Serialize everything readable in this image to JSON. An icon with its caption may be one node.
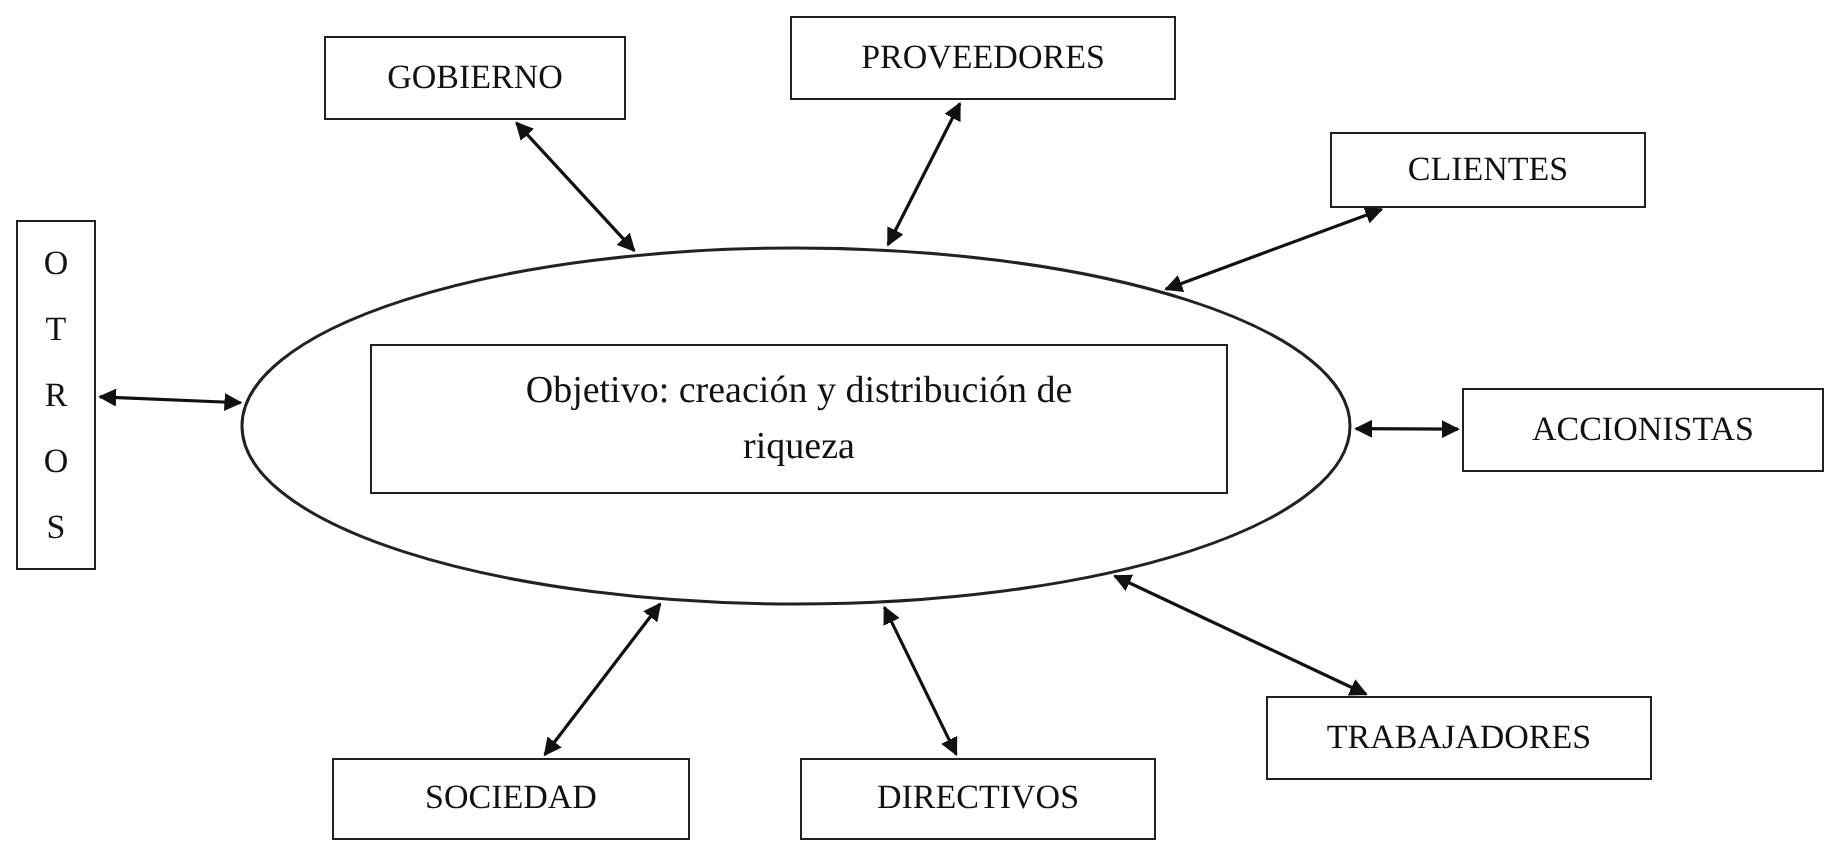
{
  "diagram": {
    "nodes": [
      {
        "text": [
          "GOBIERNO"
        ]
      },
      {
        "text": [
          "PROVEEDORES"
        ]
      },
      {
        "text": [
          "CLIENTES"
        ]
      },
      {
        "text": [
          "OTROS"
        ]
      },
      {
        "text": [],
        "shape": "ellipse"
      },
      {
        "text": [
          "Objetivo: creación y distribución de riqueza"
        ],
        "in": 4
      },
      {
        "text": [
          "ACCIONISTAS"
        ]
      },
      {
        "text": [
          "TRABAJADORES"
        ]
      },
      {
        "text": [
          "SOCIEDAD"
        ]
      },
      {
        "text": [
          "DIRECTIVOS"
        ]
      }
    ],
    "edges": [
      {
        "from": 4,
        "to": 0,
        "arrow": "both"
      },
      {
        "from": 4,
        "to": 1,
        "arrow": "both"
      },
      {
        "from": 4,
        "to": 2,
        "arrow": "both"
      },
      {
        "from": 4,
        "to": 3,
        "arrow": "both"
      },
      {
        "from": 4,
        "to": 6,
        "arrow": "both"
      },
      {
        "from": 4,
        "to": 7,
        "arrow": "both"
      },
      {
        "from": 4,
        "to": 8,
        "arrow": "both"
      },
      {
        "from": 4,
        "to": 9,
        "arrow": "both"
      }
    ]
  }
}
